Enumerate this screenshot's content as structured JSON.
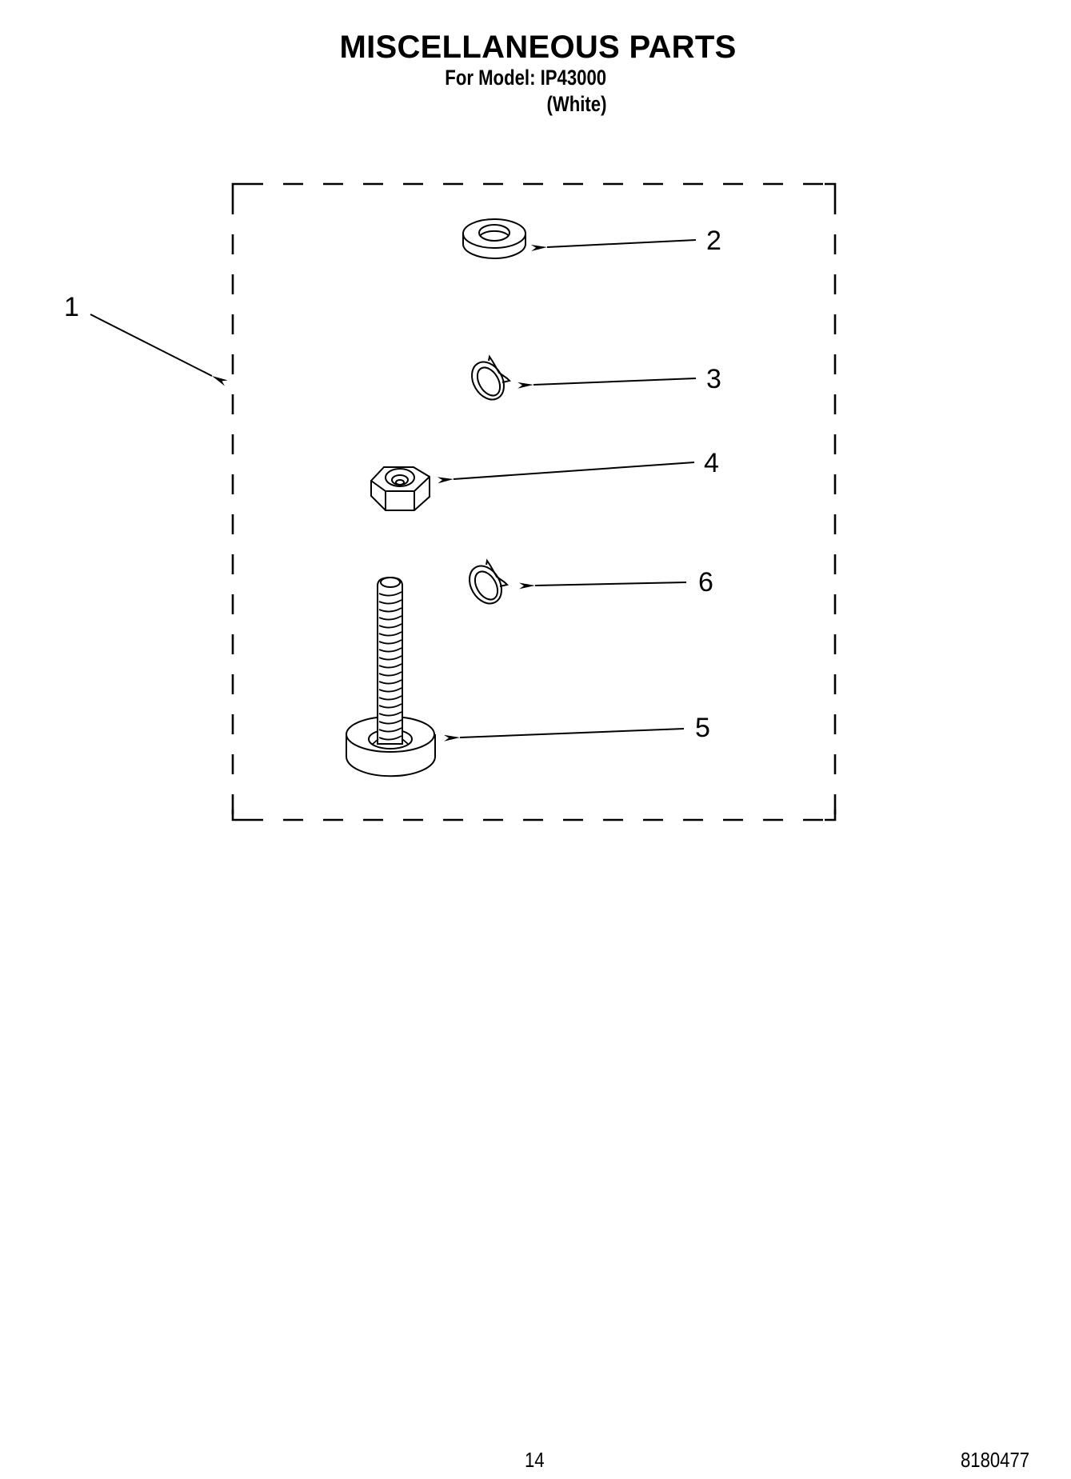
{
  "header": {
    "title": "MISCELLANEOUS PARTS",
    "model_line": "For Model: IP43000",
    "color_line": "(White)"
  },
  "diagram": {
    "callouts": [
      {
        "label": "1",
        "part": "parts-group-box"
      },
      {
        "label": "2",
        "part": "washer"
      },
      {
        "label": "3",
        "part": "retaining-clip"
      },
      {
        "label": "4",
        "part": "hex-nut"
      },
      {
        "label": "5",
        "part": "leveling-foot-bolt"
      },
      {
        "label": "6",
        "part": "retaining-clip"
      }
    ]
  },
  "footer": {
    "page_number": "14",
    "document_number": "8180477"
  }
}
